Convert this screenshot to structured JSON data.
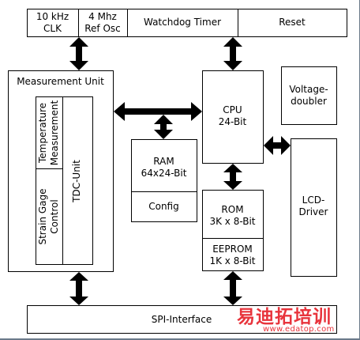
{
  "top_bar": {
    "clk": "10 kHz\nCLK",
    "osc": "4 Mhz\nRef Osc",
    "watchdog": "Watchdog Timer",
    "reset": "Reset"
  },
  "measurement_unit": {
    "title": "Measurement Unit",
    "temperature": "Temperature\nMeasurement",
    "strain_gage": "Strain Gage\nControl",
    "tdc": "TDC-Unit"
  },
  "cpu": "CPU\n24-Bit",
  "voltage_doubler": "Voltage-\ndoubler",
  "ram": "RAM\n64x24-Bit",
  "config": "Config",
  "rom": "ROM\n3K x 8-Bit",
  "eeprom": "EEPROM\n1K x 8-Bit",
  "lcd": "LCD-\nDriver",
  "spi": "SPI-Interface",
  "watermark": {
    "brand": "易迪拓培训",
    "url": "www.edatop.com"
  },
  "colors": {
    "line": "#000000",
    "watermark": "#e8343c"
  }
}
